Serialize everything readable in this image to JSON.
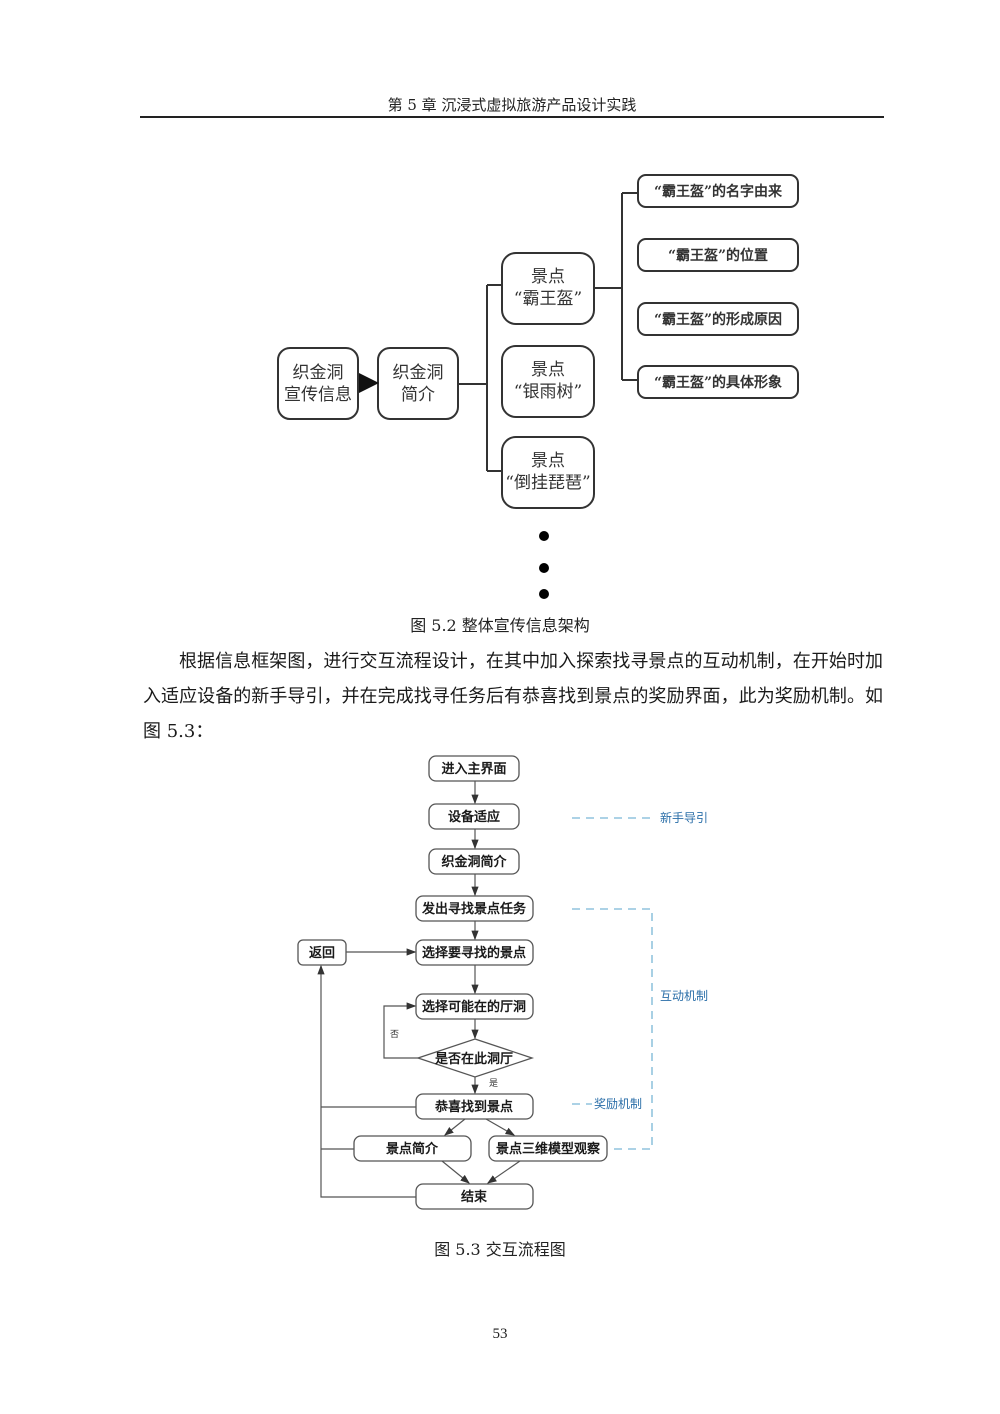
{
  "header": {
    "title": "第 5 章  沉浸式虚拟旅游产品设计实践"
  },
  "figure1": {
    "root": [
      "织金洞",
      "宣传信息"
    ],
    "intro": [
      "织金洞",
      "简介"
    ],
    "spots": [
      [
        "景点",
        "“霸王盔”"
      ],
      [
        "景点",
        "“银雨树”"
      ],
      [
        "景点",
        "“倒挂琵琶”"
      ]
    ],
    "details": [
      "“霸王盔”的名字由来",
      "“霸王盔”的位置",
      "“霸王盔”的形成原因",
      "“霸王盔”的具体形象"
    ],
    "ellipsis_icon": "vertical-ellipsis",
    "caption": "图 5.2  整体宣传信息架构"
  },
  "paragraph": {
    "lines": [
      "根据信息框架图，进行交互流程设计，在其中加入探索找寻景点的互动机制，",
      "在开始时加入适应设备的新手导引，并在完成找寻任务后有恭喜找到景点的奖励界",
      "面，此为奖励机制。如图 5.3："
    ]
  },
  "figure2": {
    "nodes": {
      "enter": "进入主界面",
      "adapt": "设备适应",
      "intro": "织金洞简介",
      "task": "发出寻找景点任务",
      "back": "返回",
      "choose_spot": "选择要寻找的景点",
      "choose_hall": "选择可能在的厅洞",
      "decision": "是否在此洞厅",
      "congrats": "恭喜找到景点",
      "spot_intro": "景点简介",
      "model_view": "景点三维模型观察",
      "end": "结束"
    },
    "edge_labels": {
      "no": "否",
      "yes": "是"
    },
    "annotations": {
      "guide": "新手导引",
      "interaction": "互动机制",
      "reward": "奖励机制"
    },
    "annotation_color": "#2a6ea8",
    "caption": "图 5.3  交互流程图"
  },
  "page_number": "53"
}
